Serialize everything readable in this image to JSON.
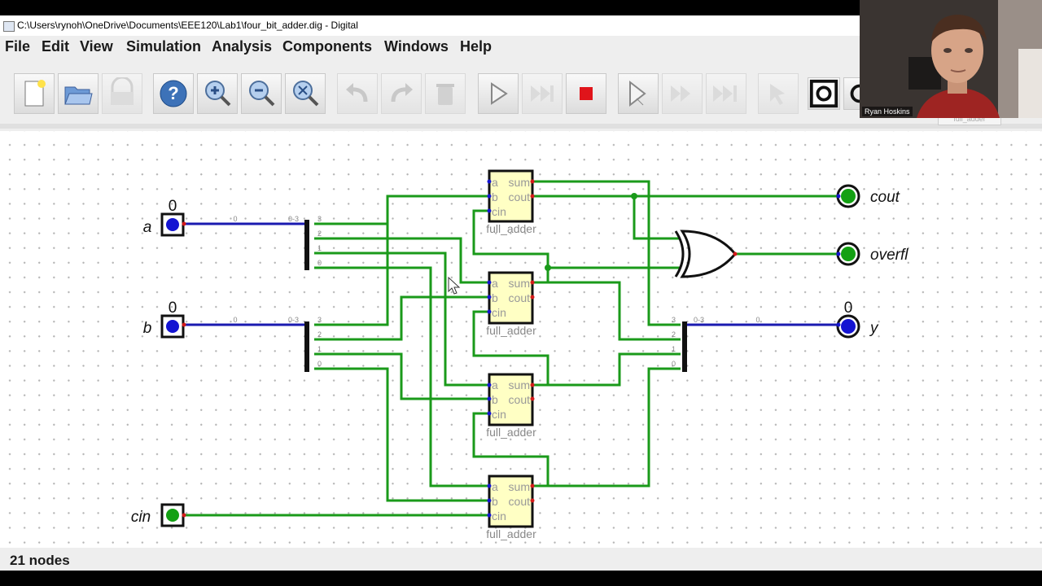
{
  "window": {
    "title": "C:\\Users\\rynoh\\OneDrive\\Documents\\EEE120\\Lab1\\four_bit_adder.dig - Digital"
  },
  "menu": [
    "File",
    "Edit",
    "View",
    "Simulation",
    "Analysis",
    "Components",
    "Windows",
    "Help"
  ],
  "toolbar": [
    {
      "name": "new-icon",
      "enabled": true
    },
    {
      "name": "open-icon",
      "enabled": true
    },
    {
      "name": "save-icon",
      "enabled": false
    },
    {
      "name": "help-icon",
      "enabled": true
    },
    {
      "name": "zoom-in-icon",
      "enabled": true
    },
    {
      "name": "zoom-out-icon",
      "enabled": true
    },
    {
      "name": "zoom-fit-icon",
      "enabled": true
    },
    {
      "name": "undo-icon",
      "enabled": false
    },
    {
      "name": "redo-icon",
      "enabled": false
    },
    {
      "name": "delete-icon",
      "enabled": false
    },
    {
      "name": "start-simulation-icon",
      "enabled": true
    },
    {
      "name": "step-icon",
      "enabled": false
    },
    {
      "name": "stop-simulation-icon",
      "enabled": true
    },
    {
      "name": "single-step-icon",
      "enabled": true
    },
    {
      "name": "fast-step-icon",
      "enabled": false
    },
    {
      "name": "run-to-break-icon",
      "enabled": false
    },
    {
      "name": "analysis-icon",
      "enabled": false
    },
    {
      "name": "probe-icon",
      "enabled": true
    },
    {
      "name": "probe2-icon",
      "enabled": true
    }
  ],
  "circuit": {
    "inputs": [
      {
        "label": "a",
        "value": "0"
      },
      {
        "label": "b",
        "value": "0"
      },
      {
        "label": "cin",
        "value": ""
      }
    ],
    "outputs": [
      {
        "label": "cout",
        "value": ""
      },
      {
        "label": "overfl",
        "value": ""
      },
      {
        "label": "y",
        "value": "0"
      }
    ],
    "splitter": {
      "bus": "0-3",
      "bits": [
        "3",
        "2",
        "1",
        "0"
      ],
      "wire_value": "0"
    },
    "adder": {
      "pins": [
        "a",
        "b",
        "cin"
      ],
      "outputs": [
        "sum",
        "cout"
      ],
      "label": "full_adder"
    },
    "adder_count": 4,
    "colors": {
      "wire": "#1a9a1a",
      "bus": "#1a1ab0",
      "input_low": "#1414d2",
      "signal_on": "#13a013",
      "pin_red": "#d41a1a",
      "adder_fill": "#ffffc4"
    }
  },
  "status": {
    "nodes": "21 nodes"
  },
  "webcam": {
    "name": "Ryan Hoskins",
    "tab_fragment": "full_adder"
  }
}
